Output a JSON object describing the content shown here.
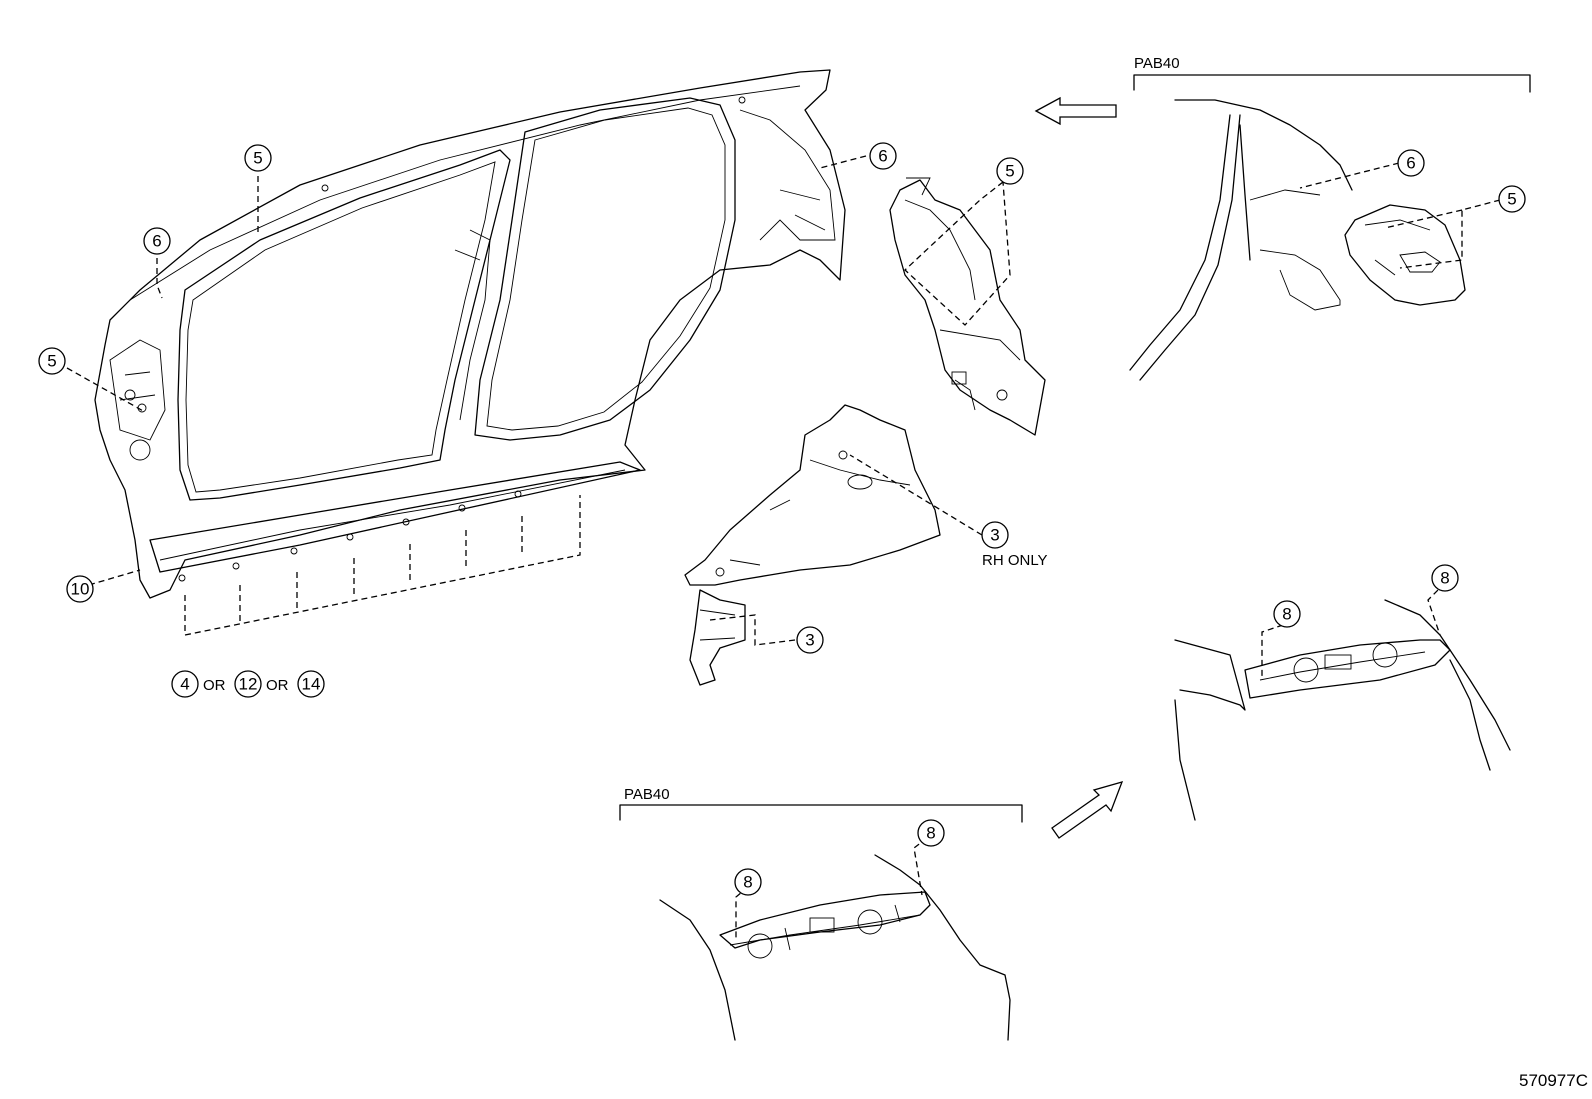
{
  "callouts": {
    "c1": "5",
    "c2": "6",
    "c3": "5",
    "c4": "10",
    "c5": "4",
    "c6": "12",
    "c7": "14",
    "c8": "6",
    "c9": "5",
    "c10": "3",
    "c11": "3",
    "c12": "6",
    "c13": "5",
    "c14": "8",
    "c15": "8",
    "c16": "8",
    "c17": "8"
  },
  "labels": {
    "or1": "OR",
    "or2": "OR",
    "rh_only": "RH ONLY",
    "variant_top": "PAB40",
    "variant_bottom": "PAB40",
    "figure_ref": "570977C"
  },
  "icons": [
    "arrow-left-icon",
    "arrow-up-right-icon"
  ]
}
